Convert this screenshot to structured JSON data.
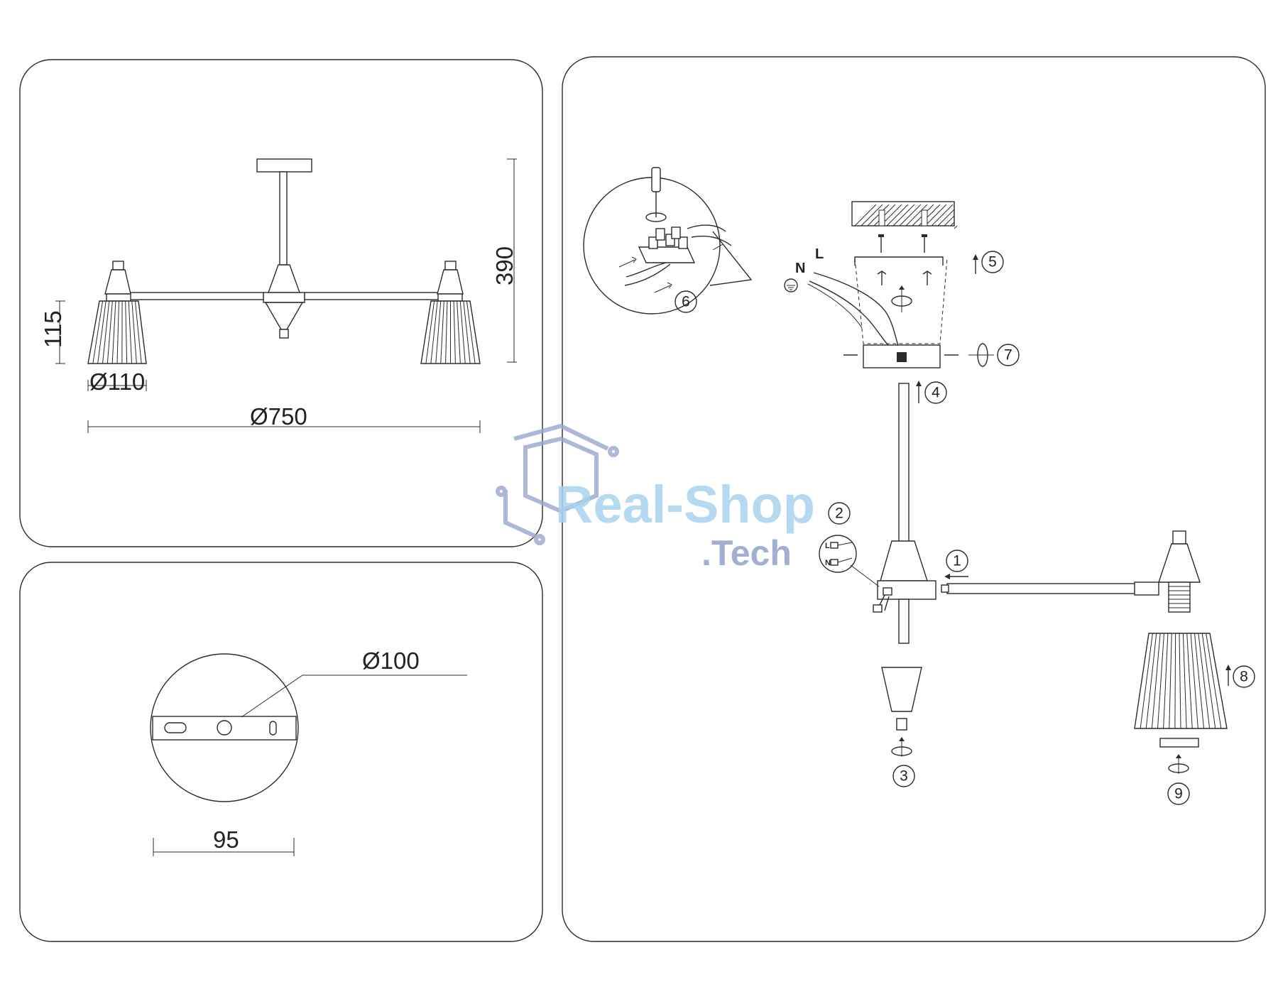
{
  "dimensions": {
    "height_total": "390",
    "shade_height": "115",
    "shade_diameter": "Ø110",
    "span_diameter": "Ø750",
    "canopy_diameter": "Ø100",
    "bracket_spacing": "95"
  },
  "wiring_labels": {
    "neutral": "N",
    "live": "L"
  },
  "steps": [
    "1",
    "2",
    "3",
    "4",
    "5",
    "6",
    "7",
    "8",
    "9"
  ],
  "watermark": {
    "line1": "Real-Shop",
    "line2": ".Tech"
  },
  "icons": [
    "screwdriver-icon",
    "rotate-arrow-icon",
    "up-arrow-icon",
    "ground-symbol-icon",
    "hexagon-logo-icon"
  ]
}
